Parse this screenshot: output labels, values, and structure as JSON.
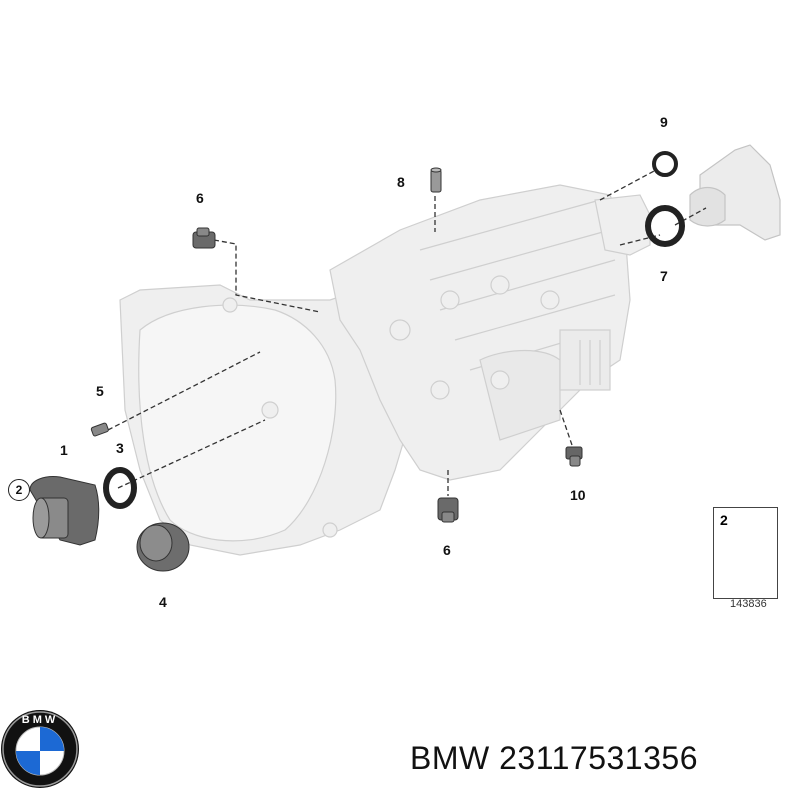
{
  "callouts": {
    "c1": "1",
    "c2": "2",
    "c3": "3",
    "c4": "4",
    "c5": "5",
    "c6a": "6",
    "c6b": "6",
    "c7": "7",
    "c8": "8",
    "c9": "9",
    "c10": "10"
  },
  "inset": {
    "part_number": "2"
  },
  "diagram_code": "143836",
  "brand": {
    "text": "BMW 23117531356",
    "logo_text": "BMW"
  },
  "colors": {
    "housing": "#efefef",
    "housing_line": "#c9c9c9",
    "part_dark": "#4a4a4a",
    "bmw_blue": "#1c69d4"
  }
}
